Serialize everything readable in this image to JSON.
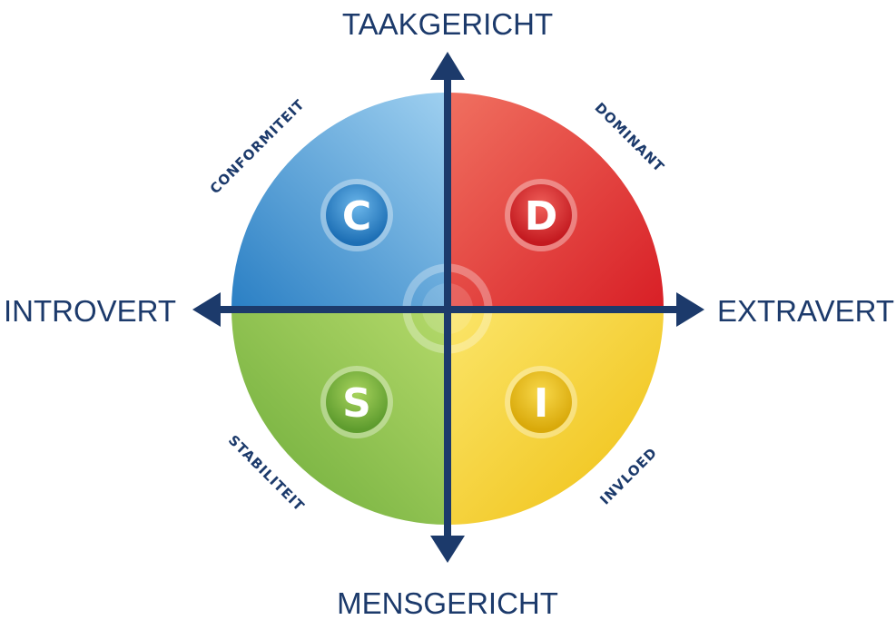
{
  "axes": {
    "top": "TAAKGERICHT",
    "bottom": "MENSGERICHT",
    "left": "INTROVERT",
    "right": "EXTRAVERT"
  },
  "quadrants": [
    {
      "letter": "C",
      "label": "CONFORMITEIT",
      "color": "#3a8fd0"
    },
    {
      "letter": "D",
      "label": "DOMINANT",
      "color": "#e02a2a"
    },
    {
      "letter": "S",
      "label": "STABILITEIT",
      "color": "#7fba3c"
    },
    {
      "letter": "I",
      "label": "INVLOED",
      "color": "#f2cc1f"
    }
  ],
  "axis_color": "#1c3a6b"
}
